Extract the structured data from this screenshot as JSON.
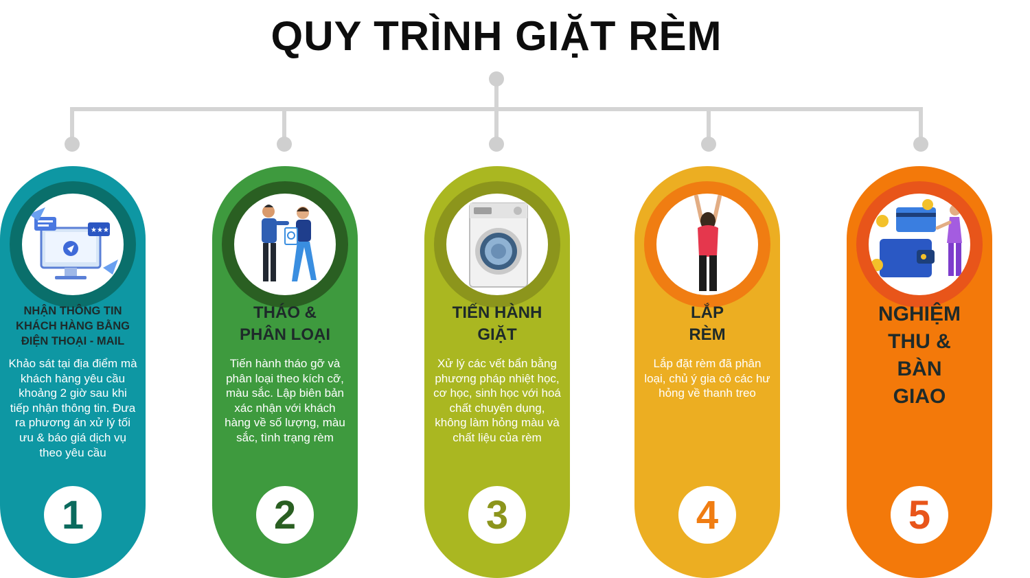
{
  "title": "QUY TRÌNH GIẶT RÈM",
  "steps": [
    {
      "number": "1",
      "heading": "NHẬN THÔNG TIN KHÁCH HÀNG BẰNG ĐIỆN THOẠI - MAIL",
      "body": "Khảo sát tại địa điểm mà khách hàng yêu cầu khoảng 2 giờ sau khi tiếp nhận thông tin. Đưa ra phương án xử lý tối ưu & báo giá dịch vụ theo yêu cầu",
      "icon": "computer-mail-icon",
      "color": "#0e97a3",
      "ring_color": "#0a6f6b",
      "number_color": "#0b6b5e"
    },
    {
      "number": "2",
      "heading": "THÁO & PHÂN LOẠI",
      "body": "Tiến hành tháo gỡ và phân loại theo kích cỡ, màu sắc. Lập biên bản xác nhận với khách hàng về số lượng, màu sắc, tình trạng rèm",
      "icon": "people-agreement-icon",
      "color": "#3e9a3e",
      "ring_color": "#2a5f22",
      "number_color": "#2a5f22"
    },
    {
      "number": "3",
      "heading": "TIẾN HÀNH GIẶT",
      "body": "Xử lý các vết bẩn bằng phương pháp nhiệt học, cơ học, sinh học với hoá chất chuyên dụng, không làm hỏng màu và chất liệu của rèm",
      "icon": "washing-machine-icon",
      "color": "#aab721",
      "ring_color": "#8c951c",
      "number_color": "#8c951c"
    },
    {
      "number": "4",
      "heading": "LẮP RÈM",
      "body": "Lắp đặt rèm đã phân loại, chủ ý gia cô các hư hỏng về thanh treo",
      "icon": "person-hanging-icon",
      "color": "#ecae22",
      "ring_color": "#f07d12",
      "number_color": "#f07d12"
    },
    {
      "number": "5",
      "heading": "NGHIỆM THU & BÀN GIAO",
      "body": "",
      "icon": "payment-wallet-icon",
      "color": "#f3790a",
      "ring_color": "#e8551a",
      "number_color": "#e8551a"
    }
  ]
}
